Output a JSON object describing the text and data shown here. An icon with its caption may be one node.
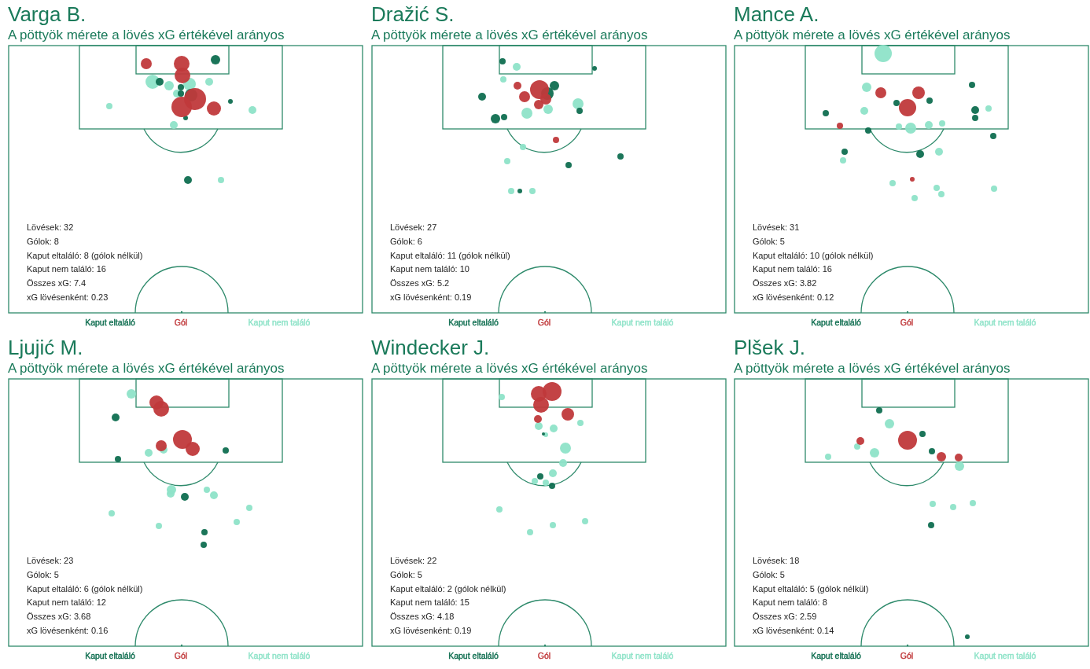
{
  "diagram": {
    "nodes": [
      {
        "text": [
          "Varga B.",
          "A pöttyök mérete a lövés xG értékével arányos",
          "Lövések: 32",
          "Gólok: 8",
          "Kaput eltaláló: 8 (gólok nélkül)",
          "Kaput nem találó: 16",
          "Összes xG: 7.4",
          "xG lövésenként: 0.23"
        ]
      },
      {
        "text": [
          "Dražić S.",
          "A pöttyök mérete a lövés xG értékével arányos",
          "Lövések: 27",
          "Gólok: 6",
          "Kaput eltaláló: 11 (gólok nélkül)",
          "Kaput nem találó: 10",
          "Összes xG: 5.2",
          "xG lövésenként: 0.19"
        ]
      },
      {
        "text": [
          "Mance A.",
          "A pöttyök mérete a lövés xG értékével arányos",
          "Lövések: 31",
          "Gólok: 5",
          "Kaput eltaláló: 10 (gólok nélkül)",
          "Kaput nem találó: 16",
          "Összes xG: 3.82",
          "xG lövésenként: 0.12"
        ]
      },
      {
        "text": [
          "Ljujić M.",
          "A pöttyök mérete a lövés xG értékével arányos",
          "Lövések: 23",
          "Gólok: 5",
          "Kaput eltaláló: 6 (gólok nélkül)",
          "Kaput nem találó: 12",
          "Összes xG: 3.68",
          "xG lövésenként: 0.16"
        ]
      },
      {
        "text": [
          "Windecker J.",
          "A pöttyök mérete a lövés xG értékével arányos",
          "Lövések: 22",
          "Gólok: 5",
          "Kaput eltaláló: 2 (gólok nélkül)",
          "Kaput nem találó: 15",
          "Összes xG: 4.18",
          "xG lövésenként: 0.19"
        ]
      },
      {
        "text": [
          "Plšek J.",
          "A pöttyök mérete a lövés xG értékével arányos",
          "Lövések: 18",
          "Gólok: 5",
          "Kaput eltaláló: 5 (gólok nélkül)",
          "Kaput nem találó: 8",
          "Összes xG: 2.59",
          "xG lövésenként: 0.14"
        ]
      }
    ],
    "legend": [
      {
        "text": "Kaput eltaláló",
        "color": "#0f6e50"
      },
      {
        "text": "Gól",
        "color": "#c0393b"
      },
      {
        "text": "Kaput nem találó",
        "color": "#8ee3c8"
      },
      {
        "text": "Kaput eltaláló",
        "color": "#0f6e50"
      },
      {
        "text": "Gól",
        "color": "#c0393b"
      },
      {
        "text": "Kaput nem találó",
        "color": "#8ee3c8"
      },
      {
        "text": "Kaput eltaláló",
        "color": "#0f6e50"
      },
      {
        "text": "Gól",
        "color": "#c0393b"
      },
      {
        "text": "Kaput nem találó",
        "color": "#8ee3c8"
      },
      {
        "text": "Kaput eltaláló",
        "color": "#0f6e50"
      },
      {
        "text": "Gól",
        "color": "#c0393b"
      },
      {
        "text": "Kaput nem találó",
        "color": "#8ee3c8"
      },
      {
        "text": "Kaput eltaláló",
        "color": "#0f6e50"
      },
      {
        "text": "Gól",
        "color": "#c0393b"
      },
      {
        "text": "Kaput nem találó",
        "color": "#8ee3c8"
      },
      {
        "text": "Kaput eltaláló",
        "color": "#0f6e50"
      },
      {
        "text": "Gól",
        "color": "#c0393b"
      },
      {
        "text": "Kaput nem találó",
        "color": "#8ee3c8"
      }
    ]
  }
}
